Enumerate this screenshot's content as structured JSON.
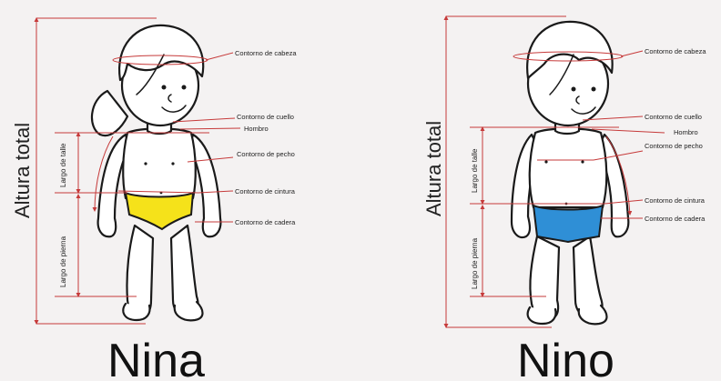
{
  "colors": {
    "background": "#f4f2f2",
    "measure_line": "#c63a3a",
    "girl_underwear": "#f5e21a",
    "boy_underwear": "#2f8fd6",
    "outline": "#1a1a1a"
  },
  "girl": {
    "title": "Nina",
    "height_label": "Altura total",
    "torso_label": "Largo de talle",
    "leg_label": "Largo de pierna",
    "labels": {
      "head": "Contorno de cabeza",
      "neck": "Contorno de cuello",
      "shoulder": "Hombro",
      "chest": "Contorno de pecho",
      "waist": "Contorno de cintura",
      "hip": "Contorno de cadera"
    }
  },
  "boy": {
    "title": "Nino",
    "height_label": "Altura total",
    "torso_label": "Largo de talle",
    "leg_label": "Largo de pierna",
    "labels": {
      "head": "Contorno de cabeza",
      "neck": "Contorno de cuello",
      "shoulder": "Hombro",
      "chest": "Contorno de pecho",
      "waist": "Contorno de cintura",
      "hip": "Contorno de cadera"
    }
  }
}
